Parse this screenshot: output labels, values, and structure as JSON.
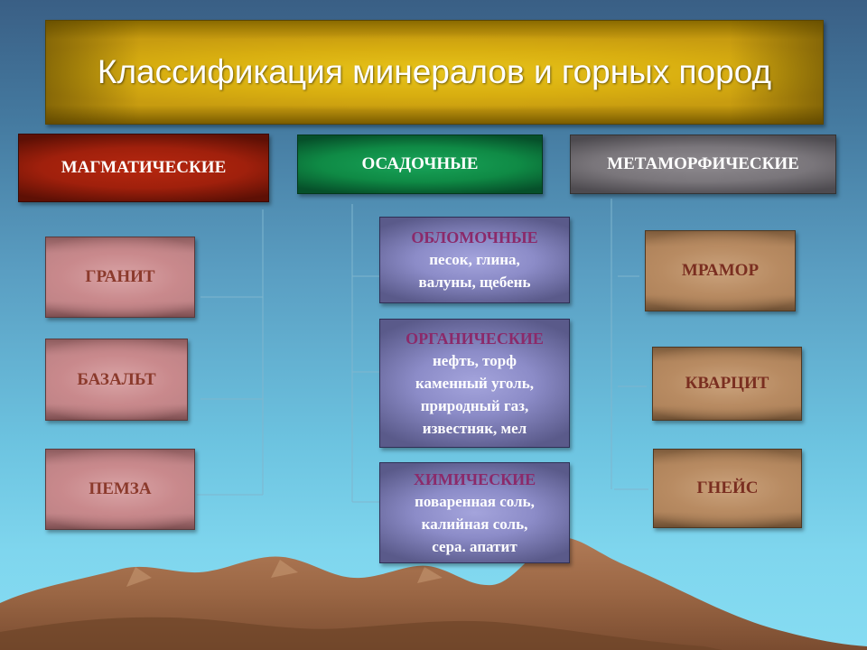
{
  "title": "Классификация минералов и горных пород",
  "categories": {
    "magmatic": "МАГМАТИЧЕСКИЕ",
    "sedimentary": "ОСАДОЧНЫЕ",
    "metamorphic": "МЕТАМОРФИЧЕСКИЕ"
  },
  "magmatic_rocks": [
    "ГРАНИТ",
    "БАЗАЛЬТ",
    "ПЕМЗА"
  ],
  "sedimentary_groups": [
    {
      "heading": "ОБЛОМОЧНЫЕ",
      "lines": [
        "песок, глина,",
        "валуны, щебень"
      ]
    },
    {
      "heading": "ОРГАНИЧЕСКИЕ",
      "lines": [
        "нефть, торф",
        "каменный уголь,",
        "природный газ,",
        "известняк, мел"
      ]
    },
    {
      "heading": "ХИМИЧЕСКИЕ",
      "lines": [
        "поваренная соль,",
        "калийная соль,",
        "сера. апатит"
      ]
    }
  ],
  "metamorphic_rocks": [
    "МРАМОР",
    "КВАРЦИТ",
    "ГНЕЙС"
  ],
  "colors": {
    "magmatic": "#a0200c",
    "sedimentary": "#0f8a45",
    "metamorphic": "#7a767b",
    "title_gold": "#c89c10",
    "sed_heading": "#8b2a6a"
  }
}
